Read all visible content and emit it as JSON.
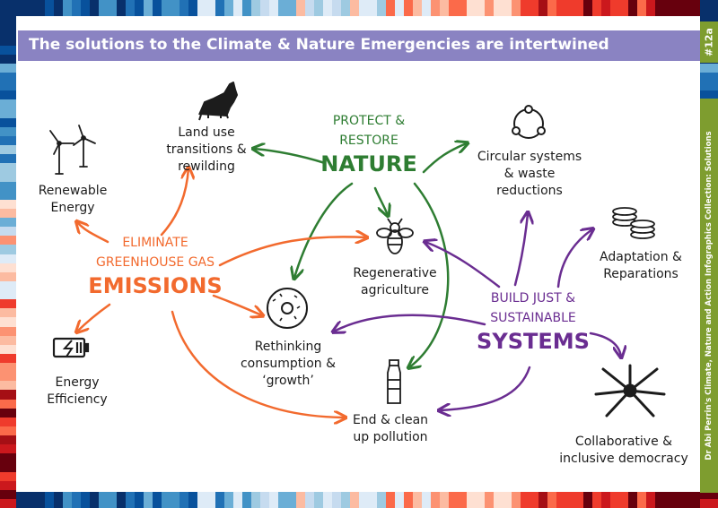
{
  "header": {
    "title": "The solutions to the Climate & Nature Emergencies are intertwined"
  },
  "side": {
    "id_tag": "#12a",
    "credit": "Dr Abi Perrin's Climate, Nature and Action Infographics Collection: Solutions"
  },
  "hubs": {
    "nature": {
      "line1": "PROTECT &",
      "line2": "RESTORE",
      "main": "NATURE",
      "color": "#2e7d32"
    },
    "emissions": {
      "line1": "ELIMINATE",
      "line2": "GREENHOUSE GAS",
      "main": "EMISSIONS",
      "color": "#f26a2e"
    },
    "systems": {
      "line1": "BUILD JUST &",
      "line2": "SUSTAINABLE",
      "main": "SYSTEMS",
      "color": "#6a2d91"
    }
  },
  "solutions": {
    "land_use": [
      "Land use",
      "transitions &",
      "rewilding"
    ],
    "renewable": [
      "Renewable",
      "Energy"
    ],
    "circular": [
      "Circular systems",
      "& waste",
      "reductions"
    ],
    "regenerative": [
      "Regenerative",
      "agriculture"
    ],
    "adaptation": [
      "Adaptation &",
      "Reparations"
    ],
    "rethinking": [
      "Rethinking",
      "consumption &",
      "‘growth’"
    ],
    "energy_eff": [
      "Energy",
      "Efficiency"
    ],
    "pollution": [
      "End & clean",
      "up pollution"
    ],
    "democracy": [
      "Collaborative &",
      "inclusive democracy"
    ]
  },
  "icons": {
    "land_use": "wolf-icon",
    "renewable": "wind-turbine-icon",
    "circular": "circular-cycle-icon",
    "regenerative": "bee-icon",
    "adaptation": "coin-stack-icon",
    "rethinking": "donut-icon",
    "energy_eff": "battery-icon",
    "pollution": "bottle-icon",
    "democracy": "joined-hands-icon"
  },
  "colors": {
    "title_bar": "#8a83c2",
    "side_tag": "#7e9d2f",
    "nature": "#2e7d32",
    "emissions": "#f26a2e",
    "systems": "#6a2d91"
  }
}
